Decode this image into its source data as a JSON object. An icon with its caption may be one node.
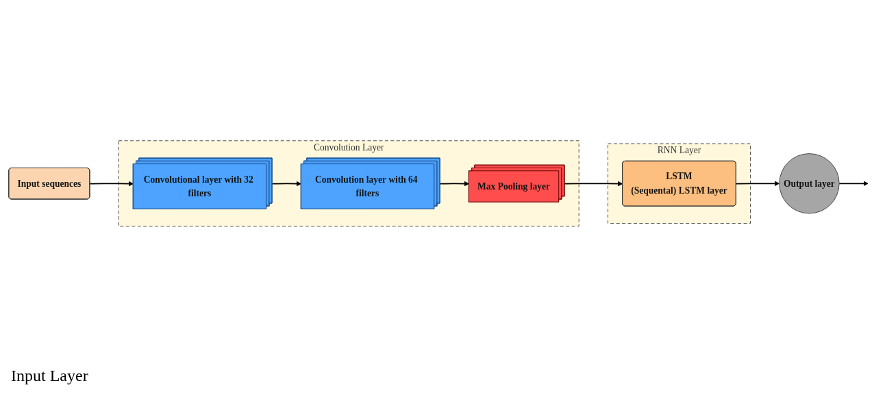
{
  "diagram": {
    "nodes": [
      {
        "text": [
          "Input sequences"
        ]
      },
      {
        "text": [
          "Convolution Layer"
        ]
      },
      {
        "text": [
          "Convolutional layer with 32 filters"
        ],
        "in": 1
      },
      {
        "text": [
          "Convolution layer with 64 filters"
        ],
        "in": 1
      },
      {
        "text": [
          "Max Pooling layer"
        ],
        "in": 1
      },
      {
        "text": [
          "RNN Layer"
        ]
      },
      {
        "text": [
          "LSTM",
          "(Sequental) LSTM layer"
        ],
        "in": 5
      },
      {
        "text": [
          "Output layer"
        ]
      }
    ],
    "edges": [
      {
        "from": 0,
        "to": 2,
        "arrow": "to"
      },
      {
        "from": 2,
        "to": 3,
        "arrow": "to"
      },
      {
        "from": 3,
        "to": 4,
        "arrow": "to"
      },
      {
        "from": 4,
        "to": 6,
        "arrow": "to"
      },
      {
        "from": 6,
        "to": 7,
        "arrow": "to"
      },
      {
        "from": 7,
        "to": null,
        "arrow": "to"
      }
    ],
    "labels": [
      "Input Layer"
    ]
  }
}
